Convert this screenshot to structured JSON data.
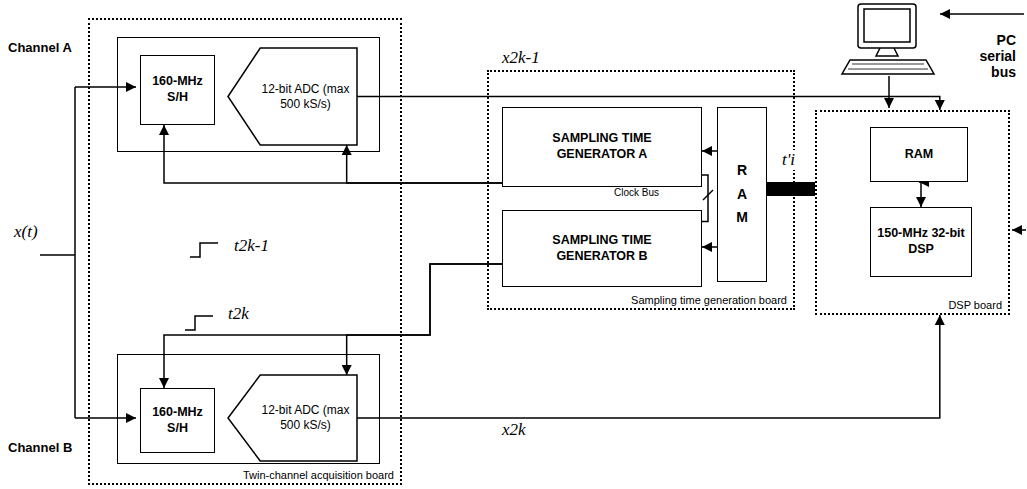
{
  "diagram": {
    "nodes": [
      {
        "text": [
          "Twin-channel acquisition board"
        ]
      },
      {
        "text": [
          "Channel A"
        ],
        "in": 0
      },
      {
        "text": [
          "160-MHz S/H"
        ],
        "in": 1
      },
      {
        "text": [
          "12-bit ADC (max 500 kS/s)"
        ],
        "in": 1
      },
      {
        "text": [
          "Channel B"
        ],
        "in": 0
      },
      {
        "text": [
          "160-MHz S/H"
        ],
        "in": 4
      },
      {
        "text": [
          "12-bit ADC (max 500 kS/s)"
        ],
        "in": 4
      },
      {
        "text": [
          "Sampling time generation board"
        ]
      },
      {
        "text": [
          "SAMPLING TIME GENERATOR A"
        ],
        "in": 7
      },
      {
        "text": [
          "SAMPLING TIME GENERATOR B"
        ],
        "in": 7
      },
      {
        "text": [
          "R A M"
        ],
        "in": 7
      },
      {
        "text": [
          "DSP board"
        ]
      },
      {
        "text": [
          "RAM"
        ],
        "in": 11
      },
      {
        "text": [
          "150-MHz 32-bit DSP"
        ],
        "in": 11
      }
    ],
    "edges": [
      {
        "from": 8,
        "to": 2,
        "arrow": "to"
      },
      {
        "from": 8,
        "to": 3,
        "arrow": "to"
      },
      {
        "from": 9,
        "to": 5,
        "arrow": "to"
      },
      {
        "from": 9,
        "to": 6,
        "arrow": "to"
      },
      {
        "from": 10,
        "to": 8,
        "arrow": "to"
      },
      {
        "from": 10,
        "to": 9,
        "arrow": "to"
      },
      {
        "from": 8,
        "to": 9,
        "label": "Clock Bus",
        "arrow": "none"
      },
      {
        "from": 3,
        "to": 11,
        "label": "x2k-1",
        "arrow": "to"
      },
      {
        "from": 6,
        "to": 11,
        "label": "x2k",
        "arrow": "to"
      },
      {
        "from": 10,
        "to": 11,
        "label": "t'i",
        "arrow": "none"
      },
      {
        "from": 12,
        "to": 13,
        "arrow": "both"
      }
    ],
    "labels": [
      "x(t)",
      "t2k-1",
      "t2k",
      "PC serial bus"
    ]
  }
}
